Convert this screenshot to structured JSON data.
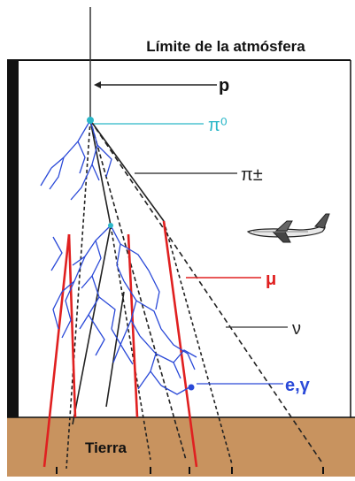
{
  "diagram": {
    "atmosphere_label": "Límite de la atmósfera",
    "ground_label": "Tierra",
    "particles": {
      "proton": "p",
      "neutral_pion": "π⁰",
      "charged_pion": "π±",
      "muon": "μ",
      "neutrino": "ν",
      "electron_gamma": "e,γ"
    }
  },
  "colors": {
    "background": "#ffffff",
    "ground": "#c8935f",
    "frame": "#111111",
    "hadron_track": "#111111",
    "muon_track": "#e02020",
    "em_shower": "#2a49d8",
    "neutral_pion": "#2bb7c8",
    "pointer_line": "#333333"
  },
  "icons": [
    "airplane-icon"
  ]
}
